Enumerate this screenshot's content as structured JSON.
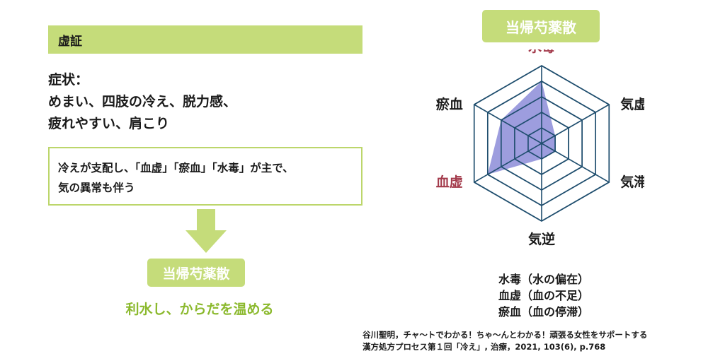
{
  "header": {
    "title": "虚証"
  },
  "symptoms": {
    "heading": "症状：",
    "lines": [
      "めまい、四肢の冷え、脱力感、",
      "疲れやすい、肩こり"
    ]
  },
  "note": {
    "lines": [
      "冷えが支配し、「血虚」「瘀血」「水毒」が主で、",
      "気の異常も伴う"
    ]
  },
  "prescription": {
    "name_left": "当帰芍薬散",
    "effect": "利水し、からだを温める"
  },
  "chart_title": "当帰芍薬散",
  "chart_data": {
    "type": "radar",
    "axes": [
      "水毒",
      "気虚",
      "気滞",
      "気逆",
      "血虚",
      "瘀血"
    ],
    "highlighted_axes": [
      "水毒",
      "血虚"
    ],
    "levels": 5,
    "values": [
      4,
      1,
      1,
      1,
      4,
      3
    ],
    "max": 5,
    "colors": {
      "fill": "#8c8cd8",
      "grid": "#1f4e6e",
      "highlight_label": "#a33a4b",
      "label": "#1a1a1a"
    }
  },
  "legend": [
    "水毒（水の偏在）",
    "血虚（血の不足）",
    "瘀血（血の停滞）"
  ],
  "citation": [
    "谷川聖明，チャ〜トでわかる！ちゃ〜んとわかる！頑張る女性をサポートする",
    "漢方処方プロセス第１回「冷え」, 治療，2021, 103(6), p.768"
  ],
  "colors": {
    "accent": "#c5dc7a",
    "effect_text": "#8bb92d"
  }
}
